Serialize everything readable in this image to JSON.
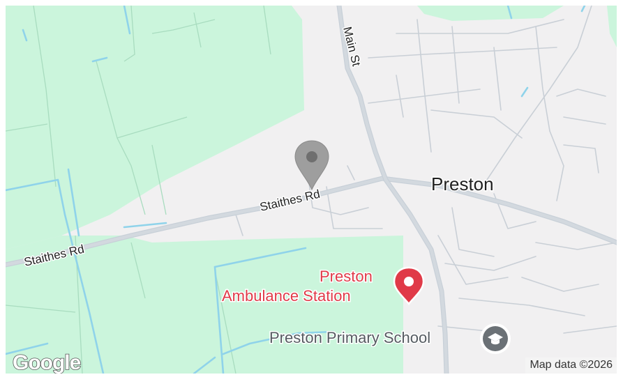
{
  "map": {
    "labels": {
      "main_st": "Main St",
      "staithes_rd_upper": "Staithes Rd",
      "staithes_rd_lower": "Staithes Rd",
      "town": "Preston"
    },
    "pois": {
      "ambulance_line1": "Preston",
      "ambulance_line2": "Ambulance Station",
      "school": "Preston Primary School"
    },
    "logo": "Google",
    "attribution": "Map data ©2026",
    "colors": {
      "land": "#f1f0f1",
      "green_area": "#cbf5dc",
      "water": "#8fd3ea",
      "roads": "#c8d0d8",
      "poi_red": "#e03a48",
      "poi_grey": "#6b7176",
      "location_pin": "#9e9e9e"
    },
    "icons": {
      "location_pin": "location-pin-icon",
      "ambulance_marker": "ambulance-station-marker-icon",
      "school_marker": "graduation-cap-icon"
    }
  }
}
